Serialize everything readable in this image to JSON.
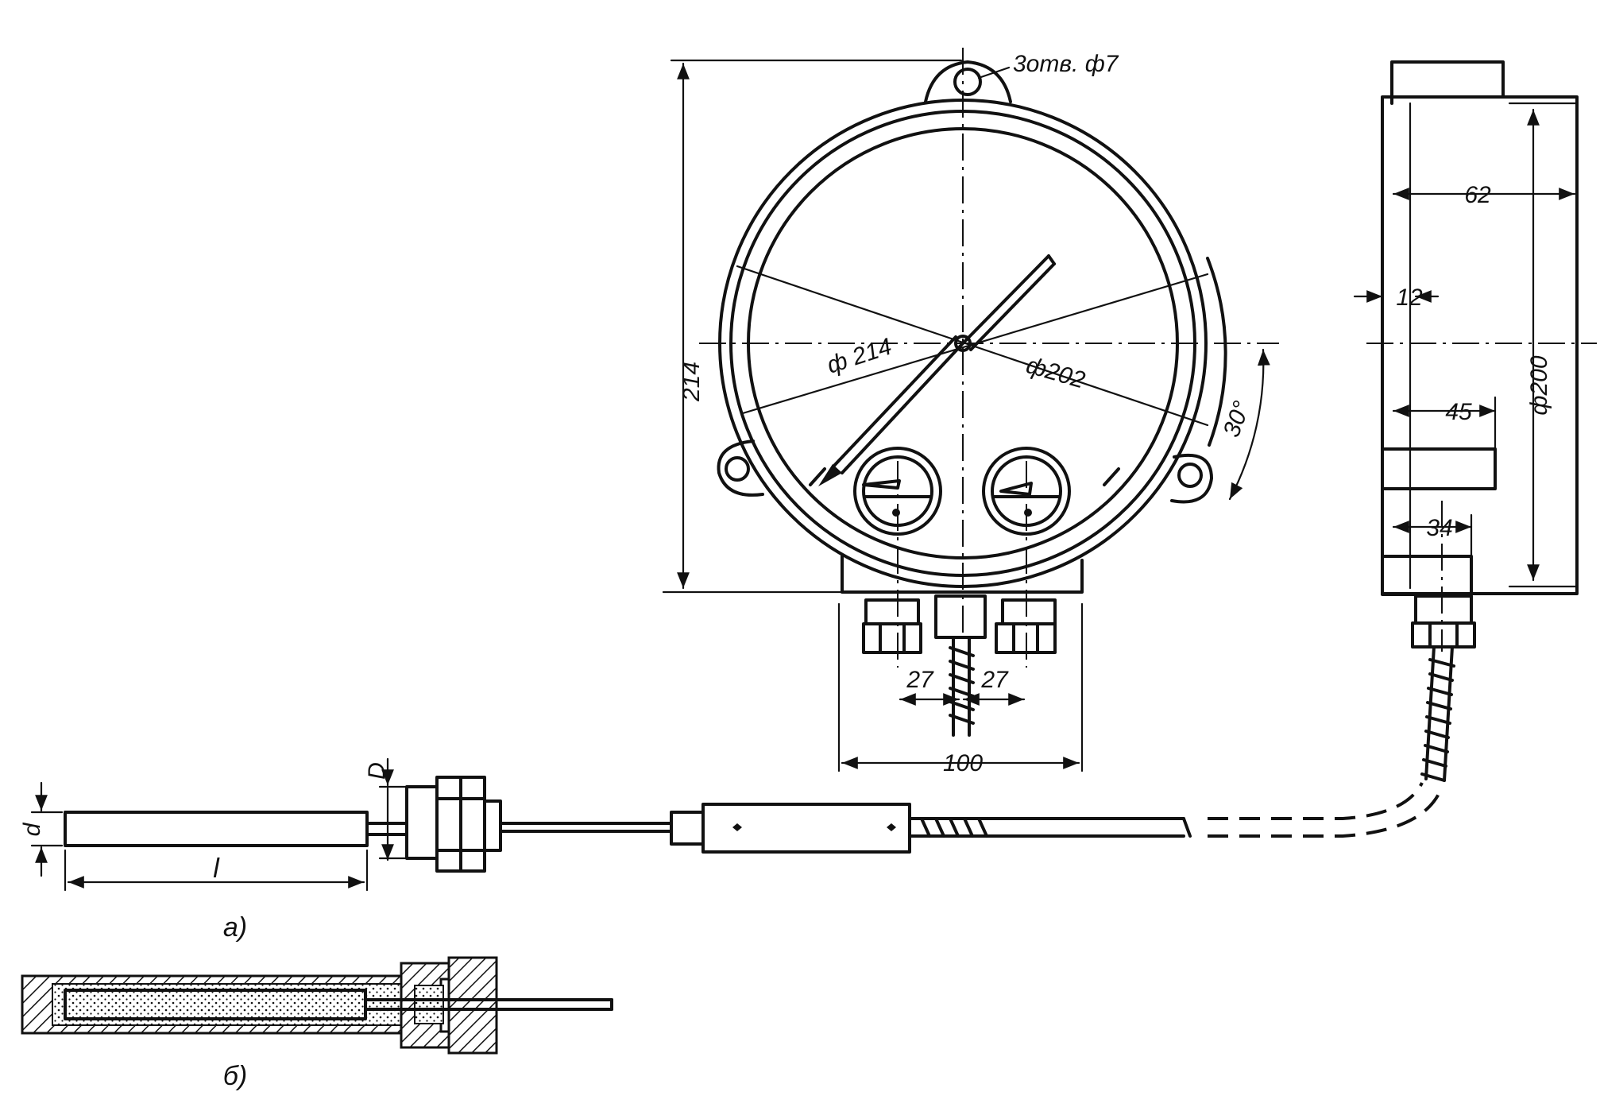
{
  "labels": {
    "holes_note": "3отв. ф7",
    "height_214": "214",
    "dia_214": "ф 214",
    "dia_202": "ф202",
    "angle_30": "30°",
    "dim_27_left": "27",
    "dim_27_right": "27",
    "width_100": "100",
    "depth_62": "62",
    "dim_12": "12",
    "dim_45": "45",
    "dim_34": "34",
    "dia_200": "ф200",
    "bulb_D": "D",
    "bulb_d": "d",
    "bulb_l": "l",
    "caption_a": "а)",
    "caption_b": "б)"
  }
}
